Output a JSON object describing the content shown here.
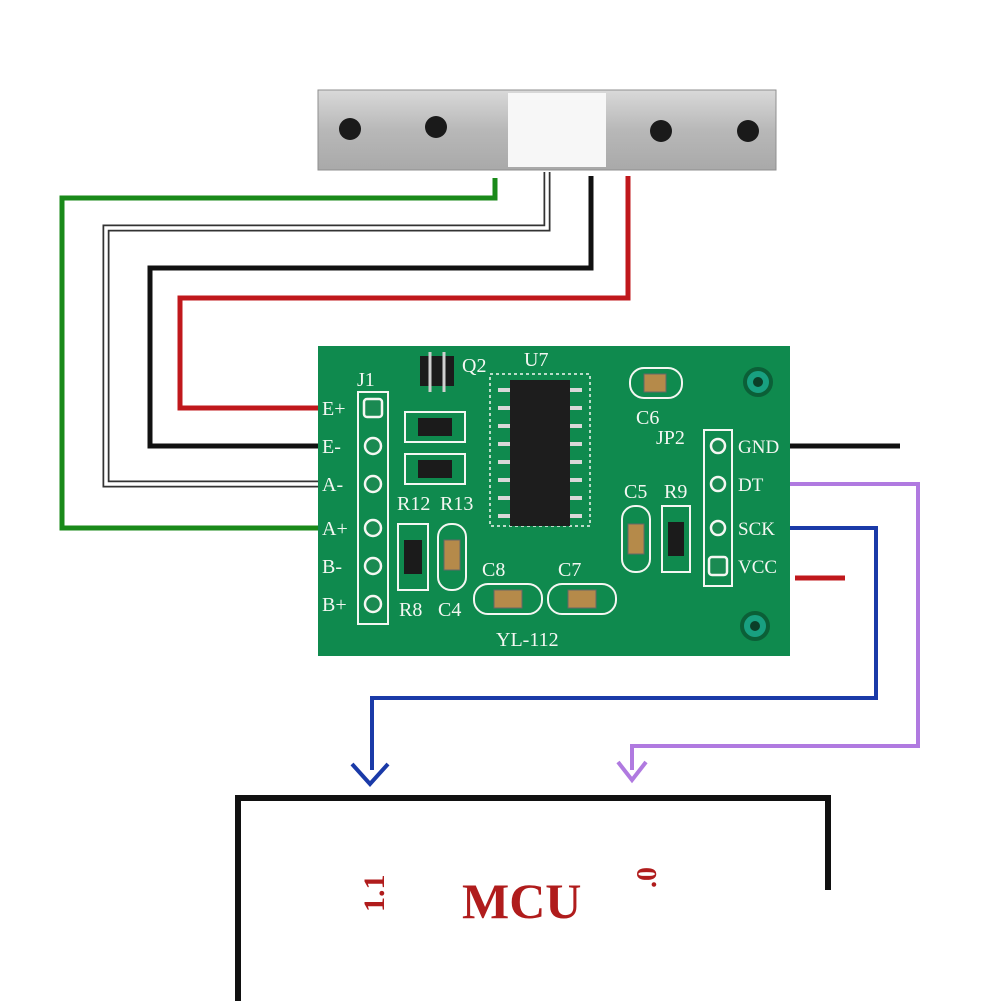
{
  "board": {
    "header_label": "J1",
    "left_pins": [
      "E+",
      "E-",
      "A-",
      "A+",
      "B-",
      "B+"
    ],
    "right_header_label": "JP2",
    "right_pins": [
      "GND",
      "DT",
      "SCK",
      "VCC"
    ],
    "component_labels": {
      "q2": "Q2",
      "u7": "U7",
      "c6": "C6",
      "c5": "C5",
      "r9": "R9",
      "r12": "R12",
      "r13": "R13",
      "r8": "R8",
      "c4": "C4",
      "c8": "C8",
      "c7": "C7"
    },
    "model": "YL-112"
  },
  "mcu": {
    "label": "MCU",
    "pin_left": "1.1",
    "pin_right": ".0"
  },
  "colors": {
    "green_wire": "#1a8a1a",
    "white_wire": "#ffffff",
    "black_wire": "#111111",
    "red_wire": "#c0181c",
    "blue_wire": "#1a3aa8",
    "purple_wire": "#b07ae0",
    "pcb": "#0f8a4e",
    "silkscreen": "#f4f7f2",
    "mcu_text": "#b01c1c"
  }
}
